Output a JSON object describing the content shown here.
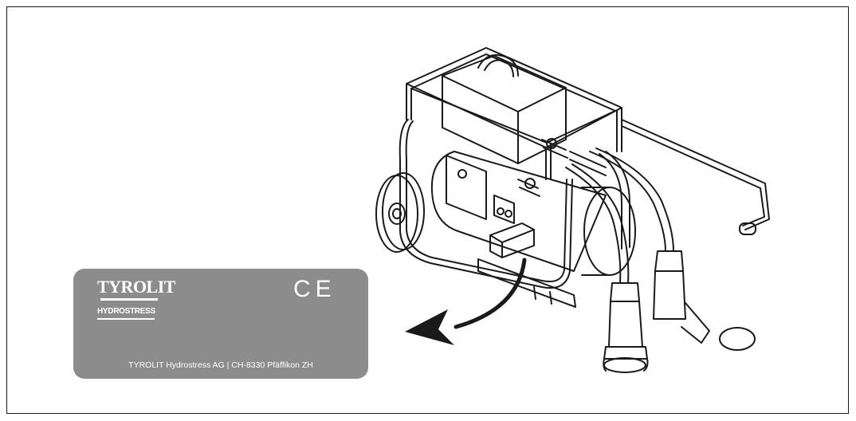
{
  "plate": {
    "brand": "TYROLIT",
    "sub_brand": "HYDROSTRESS",
    "ce_mark": "CE",
    "address": "TYROLIT Hydrostress AG  |  CH-8330 Pfäffikon ZH",
    "background_color": "#8c8c8c",
    "text_color": "#ffffff"
  },
  "illustration": {
    "subject": "power-pack-icon",
    "line_color": "#1a1a1a"
  },
  "arrow": {
    "icon": "curved-arrow-icon"
  }
}
